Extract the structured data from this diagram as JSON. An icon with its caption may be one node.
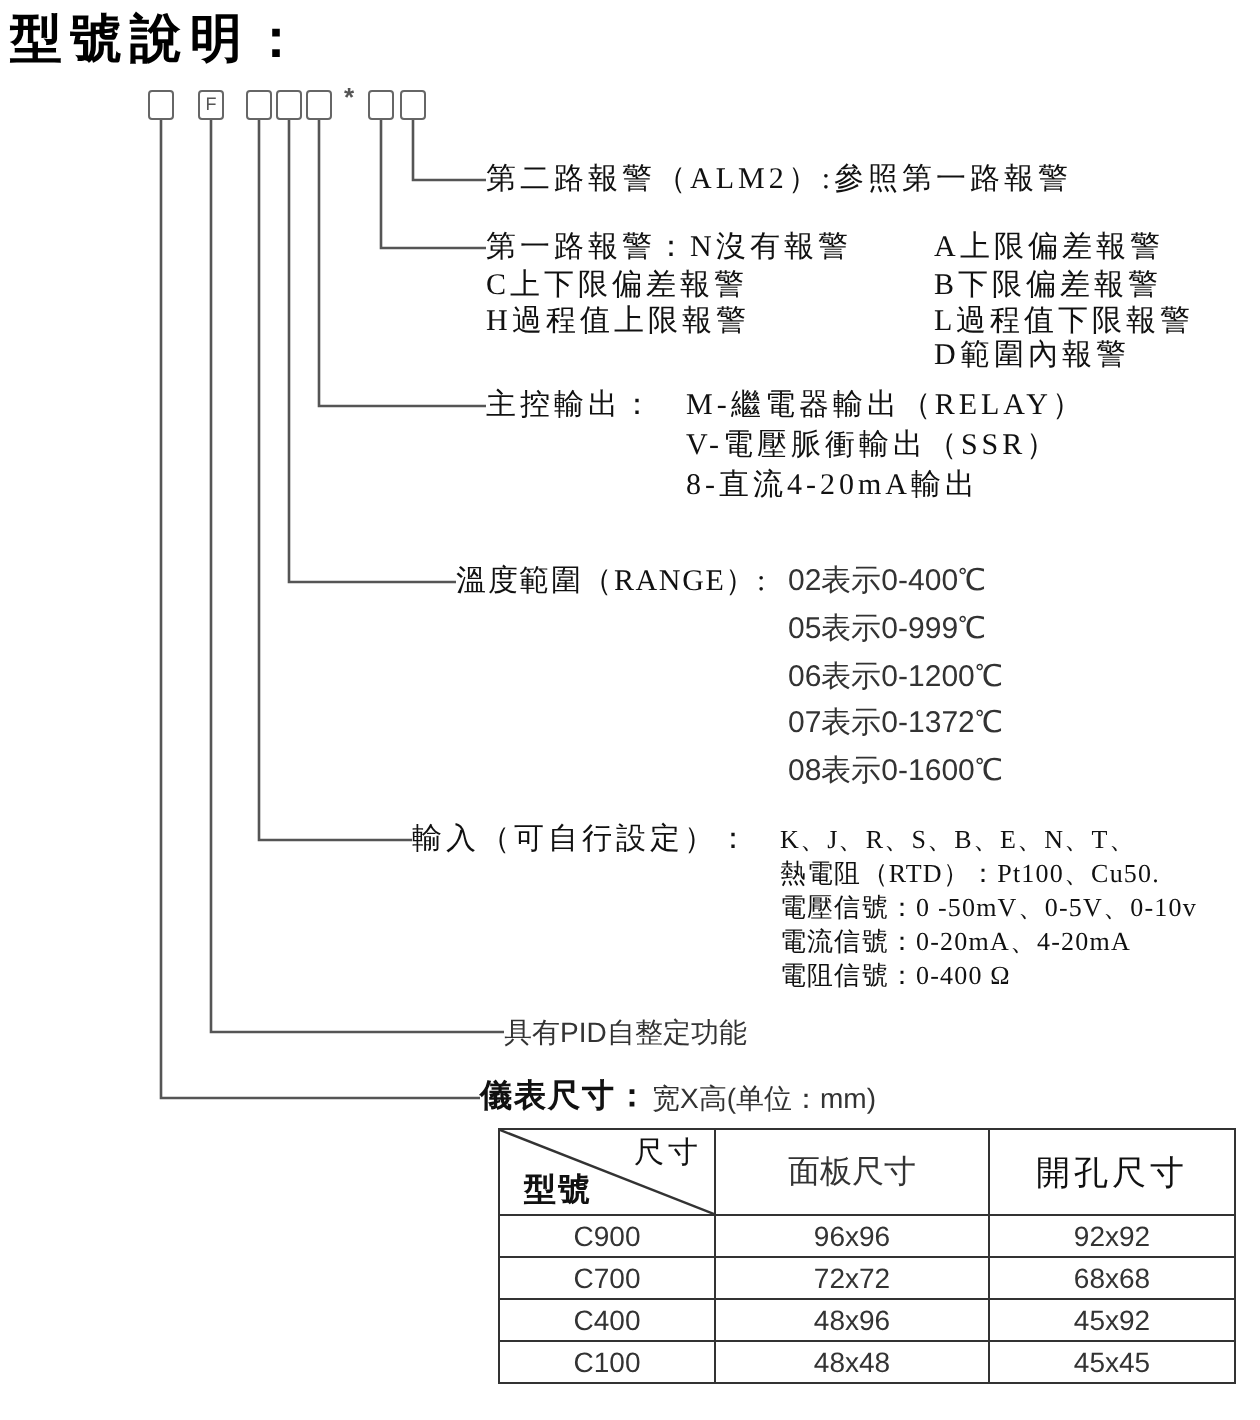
{
  "diagram": {
    "title": "型號說明：",
    "nodes": [
      {
        "text": [],
        "shape": "box"
      },
      {
        "text": [
          "F"
        ]
      },
      {
        "text": [],
        "shape": "box"
      },
      {
        "text": [],
        "shape": "box"
      },
      {
        "text": [],
        "shape": "box"
      },
      {
        "text": [],
        "shape": "box"
      },
      {
        "text": [],
        "shape": "box"
      },
      {
        "text": [
          "第二路報警（ALM2）:參照第一路報警"
        ]
      },
      {
        "text": [
          "第一路報警：N沒有報警",
          "A上限偏差報警",
          "C上下限偏差報警",
          "B下限偏差報警",
          "H過程值上限報警",
          "L過程值下限報警",
          "D範圍內報警"
        ]
      },
      {
        "text": [
          "主控輸出：",
          "M-繼電器輸出（RELAY）",
          "V-電壓脈衝輸出（SSR）",
          "8-直流4-20mA輸出"
        ]
      },
      {
        "text": [
          "溫度範圍（RANGE）:",
          "02表示0-400℃",
          "05表示0-999℃",
          "06表示0-1200℃",
          "07表示0-1372℃",
          "08表示0-1600℃"
        ]
      },
      {
        "text": [
          "輸入（可自行設定）：",
          "K、J、R、S、B、E、N、T、",
          "熱電阻（RTD）：Pt100、Cu50.",
          "電壓信號：0 -50mV、0-5V、0-10v",
          "電流信號：0-20mA、4-20mA",
          "電阻信號：0-400 Ω"
        ]
      },
      {
        "text": [
          "具有PID自整定功能"
        ]
      },
      {
        "text": [
          "儀表尺寸：",
          "宽X高(单位：mm)"
        ]
      }
    ],
    "edges": [
      {
        "from": 6,
        "to": 7,
        "arrow": "none"
      },
      {
        "from": 5,
        "to": 8,
        "arrow": "none"
      },
      {
        "from": 4,
        "to": 9,
        "arrow": "none"
      },
      {
        "from": 3,
        "to": 10,
        "arrow": "none"
      },
      {
        "from": 2,
        "to": 11,
        "arrow": "none"
      },
      {
        "from": 1,
        "to": 12,
        "arrow": "none"
      },
      {
        "from": 0,
        "to": 13,
        "arrow": "none"
      }
    ],
    "labels": [
      "*",
      "尺寸",
      "型號",
      "面板尺寸",
      "開孔尺寸",
      "C900",
      "96x96",
      "92x92",
      "C700",
      "72x72",
      "68x68",
      "C400",
      "48x96",
      "45x92",
      "C100",
      "48x48",
      "45x45"
    ]
  }
}
